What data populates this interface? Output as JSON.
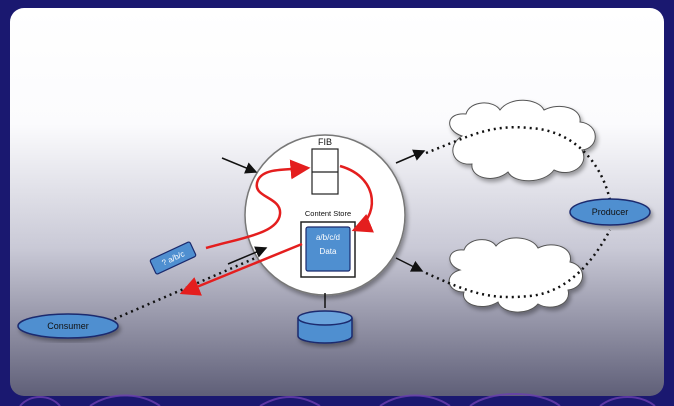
{
  "diagram": {
    "fib_label": "FIB",
    "content_store_label": "Content Store",
    "cs_entry_name": "a/b/c/d",
    "cs_entry_data": "Data",
    "interest_packet_label": "? a/b/c",
    "consumer_label": "Consumer",
    "producer_label": "Producer"
  },
  "colors": {
    "background": "#1a1870",
    "node_fill": "#4f8fd0",
    "node_stroke": "#1a2a6e",
    "arrow_red": "#e41e1e"
  }
}
